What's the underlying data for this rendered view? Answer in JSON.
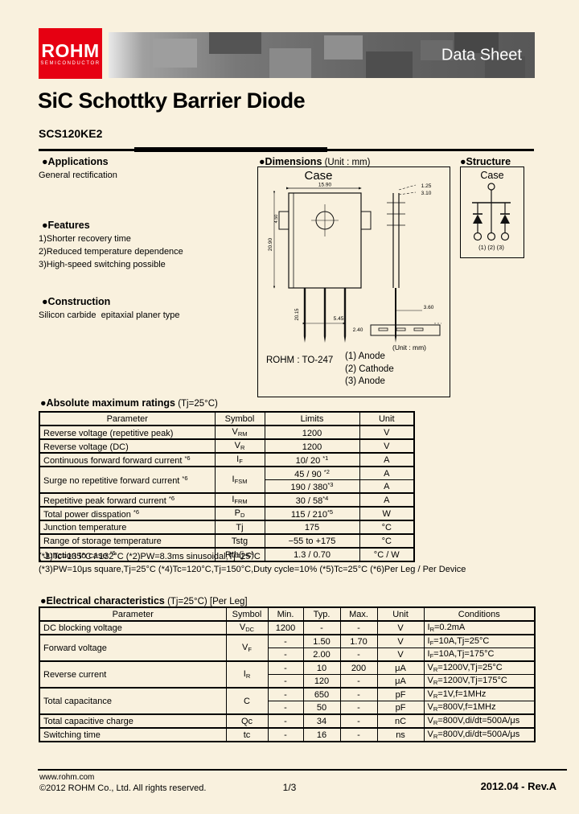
{
  "header": {
    "logo": {
      "brand": "ROHM",
      "tagline": "SEMICONDUCTOR",
      "color": "#e60012"
    },
    "banner": {
      "title": "Data Sheet",
      "base_color": "#5f5f5f"
    }
  },
  "title": "SiC Schottky Barrier Diode",
  "part_number": "SCS120KE2",
  "applications": {
    "heading": "●Applications",
    "body": "General rectification"
  },
  "features": {
    "heading": "●Features",
    "items": [
      "1)Shorter recovery time",
      "2)Reduced temperature dependence",
      "3)High-speed switching possible"
    ]
  },
  "construction": {
    "heading": "●Construction",
    "body": "Silicon carbide  epitaxial planer type"
  },
  "dimensions": {
    "heading": "●Dimensions",
    "heading_suffix": " (Unit : mm)",
    "case_label": "Case",
    "labels": {
      "body_width": "15.90",
      "body_height": "20.90",
      "lead_length": "20.15",
      "lead_pitch": "5.45",
      "lead_width": "2.40",
      "tab_thickness": "1.25",
      "body_thickness": "3.10",
      "hole_offset": "4.50",
      "lead_gap": "3.60",
      "unit_note": "(Unit : mm)"
    },
    "package_name": "ROHM : TO-247",
    "pins": [
      "(1) Anode",
      "(2) Cathode",
      "(3) Anode"
    ]
  },
  "structure": {
    "heading": "●Structure",
    "case_label": "Case",
    "pin_numbers": "(1) (2) (3)"
  },
  "abs_max": {
    "heading": "●Absolute maximum ratings",
    "heading_suffix": " (Tj=25°C)",
    "headers": [
      "Parameter",
      "Symbol",
      "Limits",
      "Unit"
    ],
    "rows": [
      {
        "param": {
          "text": "Reverse voltage (repetitive peak)",
          "sup": ""
        },
        "sym": {
          "base": "V",
          "sub": "RM"
        },
        "limit": {
          "val": "1200",
          "sup": ""
        },
        "unit": "V"
      },
      {
        "param": {
          "text": "Reverse voltage (DC)",
          "sup": ""
        },
        "sym": {
          "base": "V",
          "sub": "R"
        },
        "limit": {
          "val": "1200",
          "sup": ""
        },
        "unit": "V"
      },
      {
        "param": {
          "text": "Continuous forward forward current ",
          "sup": "*6"
        },
        "sym": {
          "base": "I",
          "sub": "F"
        },
        "limit": {
          "val": "10/ 20 ",
          "sup": "*1"
        },
        "unit": "A"
      },
      {
        "param": {
          "text": "Surge no repetitive forward current ",
          "sup": "*6"
        },
        "sym": {
          "base": "I",
          "sub": "FSM"
        },
        "limit_a": {
          "val": "45 / 90 ",
          "sup": "*2"
        },
        "unit_a": "A",
        "limit_b": {
          "val": "190 / 380",
          "sup": "*3"
        },
        "unit_b": "A"
      },
      {
        "param": {
          "text": "Repetitive peak forward current ",
          "sup": "*6"
        },
        "sym": {
          "base": "I",
          "sub": "FRM"
        },
        "limit": {
          "val": "30 / 58",
          "sup": "*4"
        },
        "unit": "A"
      },
      {
        "param": {
          "text": "Total power disspation ",
          "sup": "*6"
        },
        "sym": {
          "base": "P",
          "sub": "D"
        },
        "limit": {
          "val": "115 / 210",
          "sup": "*5"
        },
        "unit": "W"
      },
      {
        "param": {
          "text": "Junction temperature",
          "sup": ""
        },
        "sym": {
          "base": "Tj",
          "sub": ""
        },
        "limit": {
          "val": "175",
          "sup": ""
        },
        "unit": "°C"
      },
      {
        "param": {
          "text": "Range of storage temperature",
          "sup": ""
        },
        "sym": {
          "base": "Tstg",
          "sub": ""
        },
        "limit": {
          "val": "−55 to +175",
          "sup": ""
        },
        "unit": "°C"
      },
      {
        "param": {
          "text": "Junction to case ",
          "sup": "*6"
        },
        "sym": {
          "base": "Rth(j-c)",
          "sub": ""
        },
        "limit": {
          "val": "1.3 / 0.70",
          "sup": ""
        },
        "unit": "°C / W"
      }
    ],
    "footnotes": [
      "(*1)Tc=135°C / 132°C (*2)PW=8.3ms sinusoidal,Tj=25°C",
      "(*3)PW=10μs square,Tj=25°C (*4)Tc=120°C,Tj=150°C,Duty cycle=10% (*5)Tc=25°C (*6)Per Leg / Per Device"
    ]
  },
  "elec": {
    "heading": "●Electrical characteristics",
    "heading_suffix": " (Tj=25°C) [Per Leg]",
    "headers": [
      "Parameter",
      "Symbol",
      "Min.",
      "Typ.",
      "Max.",
      "Unit",
      "Conditions"
    ],
    "rows": [
      {
        "param": "DC blocking voltage",
        "sym": {
          "base": "V",
          "sub": "DC"
        },
        "min": "1200",
        "typ": "-",
        "max": "-",
        "unit": "V",
        "cond": {
          "base": "I",
          "sub": "R",
          "rest": "=0.2mA"
        }
      },
      {
        "param": "Forward voltage",
        "sym": {
          "base": "V",
          "sub": "F"
        },
        "a": {
          "min": "-",
          "typ": "1.50",
          "max": "1.70",
          "unit": "V",
          "cond": {
            "base": "I",
            "sub": "F",
            "rest": "=10A,Tj=25°C"
          }
        },
        "b": {
          "min": "-",
          "typ": "2.00",
          "max": "-",
          "unit": "V",
          "cond": {
            "base": "I",
            "sub": "F",
            "rest": "=10A,Tj=175°C"
          }
        }
      },
      {
        "param": "Reverse current",
        "sym": {
          "base": "I",
          "sub": "R"
        },
        "a": {
          "min": "-",
          "typ": "10",
          "max": "200",
          "unit": "μA",
          "cond": {
            "base": "V",
            "sub": "R",
            "rest": "=1200V,Tj=25°C"
          }
        },
        "b": {
          "min": "-",
          "typ": "120",
          "max": "-",
          "unit": "μA",
          "cond": {
            "base": "V",
            "sub": "R",
            "rest": "=1200V,Tj=175°C"
          }
        }
      },
      {
        "param": "Total capacitance",
        "sym": {
          "base": "C",
          "sub": ""
        },
        "a": {
          "min": "-",
          "typ": "650",
          "max": "-",
          "unit": "pF",
          "cond": {
            "base": "V",
            "sub": "R",
            "rest": "=1V,f=1MHz"
          }
        },
        "b": {
          "min": "-",
          "typ": "50",
          "max": "-",
          "unit": "pF",
          "cond": {
            "base": "V",
            "sub": "R",
            "rest": "=800V,f=1MHz"
          }
        }
      },
      {
        "param": "Total capacitive charge",
        "sym": {
          "base": "Qc",
          "sub": ""
        },
        "min": "-",
        "typ": "34",
        "max": "-",
        "unit": "nC",
        "cond": {
          "base": "V",
          "sub": "R",
          "rest": "=800V,di/dt=500A/μs"
        }
      },
      {
        "param": "Switching time",
        "sym": {
          "base": "tc",
          "sub": ""
        },
        "min": "-",
        "typ": "16",
        "max": "-",
        "unit": "ns",
        "cond": {
          "base": "V",
          "sub": "R",
          "rest": "=800V,di/dt=500A/μs"
        }
      }
    ]
  },
  "footer": {
    "url": "www.rohm.com",
    "copyright": "©2012 ROHM Co., Ltd. All rights reserved.",
    "page": "1/3",
    "revision": "2012.04 - Rev.A"
  }
}
